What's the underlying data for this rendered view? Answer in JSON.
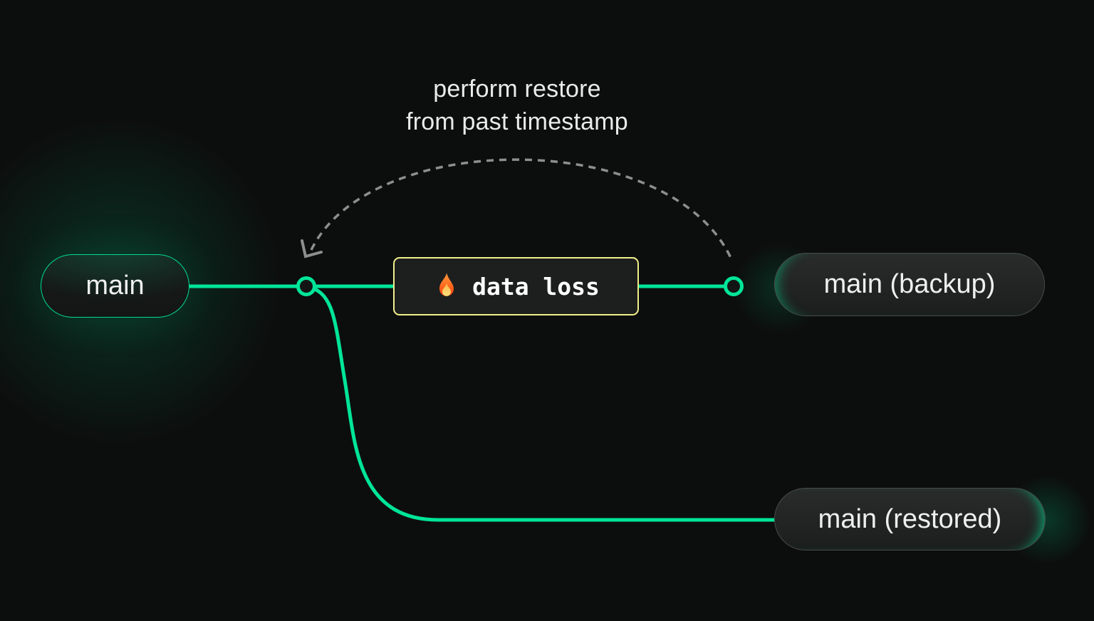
{
  "diagram": {
    "caption": {
      "line1": "perform restore",
      "line2": "from past timestamp"
    },
    "nodes": {
      "main": {
        "label": "main"
      },
      "backup": {
        "label": "main (backup)"
      },
      "restored": {
        "label": "main (restored)"
      },
      "data_loss": {
        "label": "data loss",
        "icon": "fire-icon"
      }
    },
    "colors": {
      "background": "#0c0e0d",
      "edge_green": "#00e599",
      "box_yellow": "#f2ee8d",
      "arc_gray": "#8b908e",
      "pill_border_gray": "#474b49",
      "text_light": "#eef0ef"
    }
  }
}
